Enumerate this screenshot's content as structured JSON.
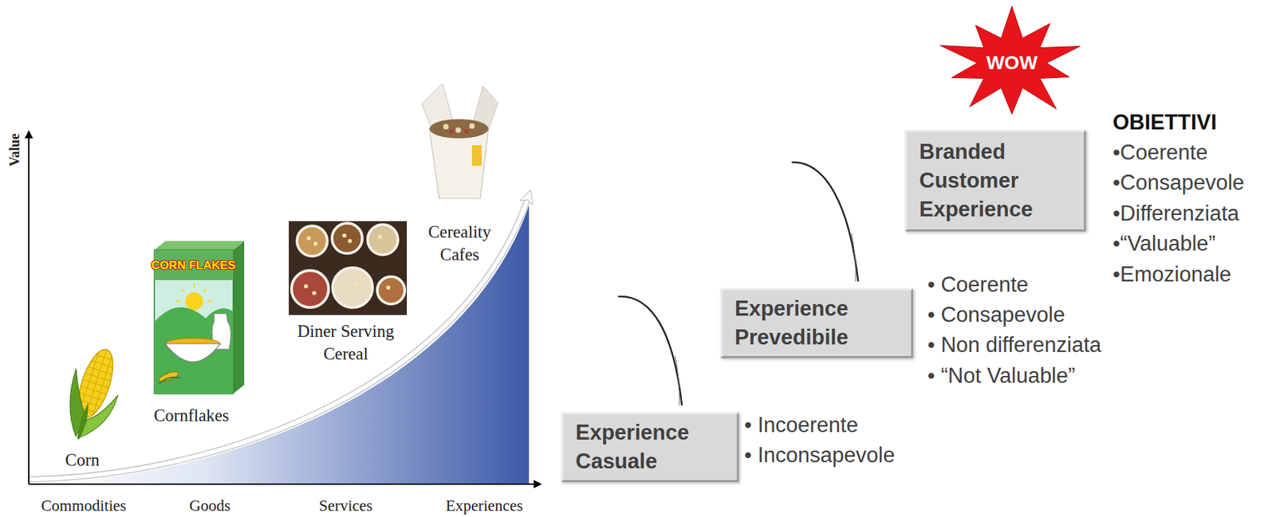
{
  "diagram": {
    "nodes": [
      {
        "text": [
          "WOW"
        ]
      },
      {
        "text": [
          "Branded Customer Experience"
        ]
      },
      {
        "text": [
          "Experience Prevedibile"
        ]
      },
      {
        "text": [
          "Experience Casuale"
        ]
      }
    ],
    "labels": [
      "Value",
      "Commodities",
      "Goods",
      "Services",
      "Experiences",
      "Corn",
      "Cornflakes",
      "Diner Serving Cereal",
      "Cereality Cafes",
      "CORN FLAKES",
      "• Incoerente",
      "• Inconsapevole",
      "• Coerente",
      "• Consapevole",
      "• Non differenziata",
      "• “Not Valuable”",
      "OBIETTIVI",
      "•Coerente",
      "•Consapevole",
      "•Differenziata",
      "•“Valuable”",
      "•Emozionale"
    ]
  }
}
